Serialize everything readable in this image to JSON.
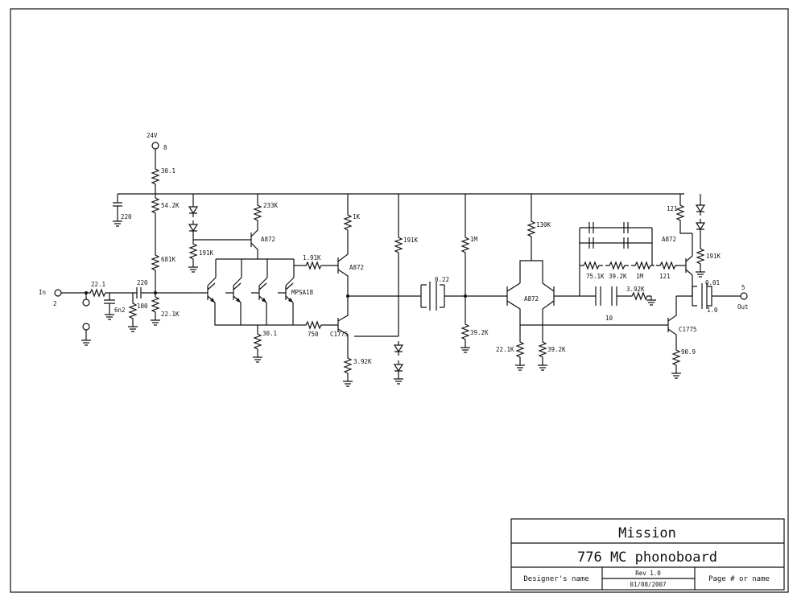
{
  "title_block": {
    "company": "Mission",
    "title": "776 MC phonoboard",
    "designer": "Designer's name",
    "rev": "Rev 1.0",
    "date": "01/08/2007",
    "page": "Page # or name"
  },
  "ports": {
    "power_label": "24V",
    "power_pin": "8",
    "in_label": "In",
    "in_pin": "2",
    "out_label": "Out",
    "out_pin": "5"
  },
  "parts": {
    "r_in": "22.1",
    "c_in_gnd": "6n2",
    "c_couple": "220",
    "r_100": "100",
    "r_supply": "30.1",
    "c_supply": "220",
    "r_542": "54.2K",
    "r_681": "681K",
    "r_221_bias": "22.1K",
    "r_191_a": "191K",
    "r_233": "233K",
    "q_a872_1": "A872",
    "q_mpsa": "MPSA18",
    "r_191k_b": "1.91K",
    "r_30_1_e": "30.1",
    "r_750": "750",
    "r_1k": "1K",
    "q_a872_2": "A872",
    "q_c1775_1": "C1775",
    "r_392_a": "3.92K",
    "r_191_c": "191K",
    "c_022": "0.22",
    "r_1m": "1M",
    "r_392_b": "39.2K",
    "r_130": "130K",
    "q_a872_pair": "A872",
    "r_221_b": "22.1K",
    "r_392_c": "39.2K",
    "c_10": "10",
    "r_392_d": "3.92K",
    "r_751": "75.1K",
    "r_392_e": "39.2K",
    "r_1m_b": "1M",
    "r_121_a": "121",
    "r_121_b": "121",
    "q_a872_3": "A872",
    "r_191_d": "191K",
    "c_001": "0.01",
    "c_10_out": "1.0",
    "q_c1775_2": "C1775",
    "r_909": "90.9"
  }
}
